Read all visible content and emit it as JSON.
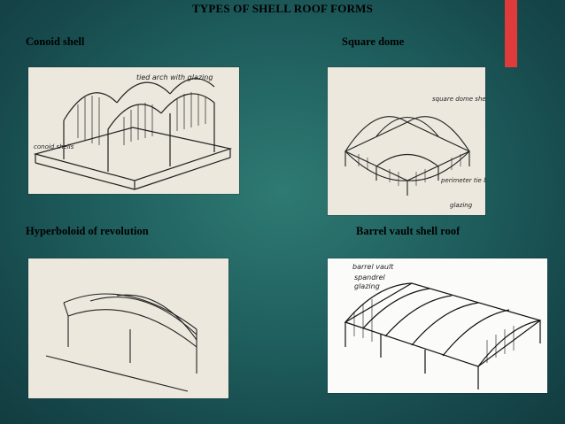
{
  "slide": {
    "title": "TYPES OF SHELL ROOF FORMS",
    "accent_color": "#e03b3b",
    "background_color": "#1f5f5e"
  },
  "panels": {
    "conoid": {
      "label": "Conoid shell",
      "annotations": {
        "top": "tied arch with glazing",
        "side": "conoid shells"
      }
    },
    "square_dome": {
      "label": "Square dome",
      "annotations": {
        "top": "square dome shells",
        "mid": "perimeter tie beam",
        "bottom": "glazing"
      }
    },
    "hyperboloid": {
      "label": "Hyperboloid of revolution"
    },
    "barrel": {
      "label": "Barrel vault shell roof",
      "annotations": {
        "top": "barrel vault",
        "mid": "spandrel",
        "bottom": "glazing"
      }
    }
  }
}
